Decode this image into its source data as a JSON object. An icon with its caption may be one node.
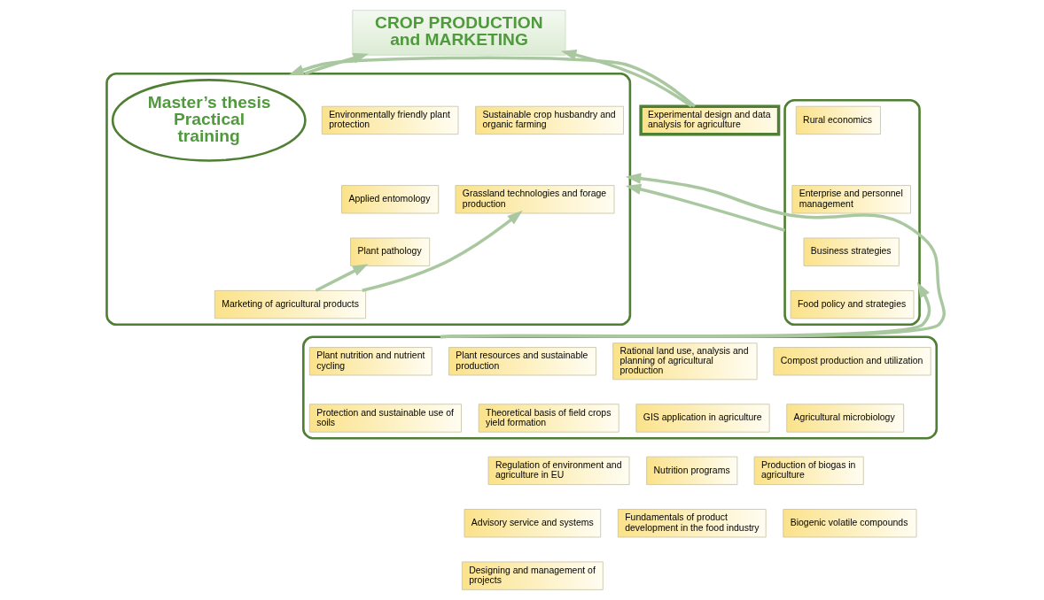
{
  "diagram": {
    "nodes": [
      {
        "text": [
          "CROP PRODUCTION and MARKETING"
        ]
      },
      {
        "text": [],
        "shape": "box"
      },
      {
        "text": [
          "Sustainable crop husbandry and organic farming"
        ],
        "in": 1
      },
      {
        "text": [
          "Grassland technologies and forage production"
        ],
        "in": 1
      },
      {
        "text": [
          "Master’s thesis Practical training"
        ],
        "in": 1
      },
      {
        "text": [
          "Environmentally friendly plant protection"
        ],
        "in": 1
      },
      {
        "text": [
          "Applied entomology"
        ],
        "in": 1
      },
      {
        "text": [
          "Plant pathology"
        ],
        "in": 1
      },
      {
        "text": [
          "Marketing of agricultural products"
        ],
        "in": 1
      },
      {
        "text": [
          "Experimental design and data analysis for agriculture"
        ]
      },
      {
        "text": [],
        "shape": "box"
      },
      {
        "text": [
          "Rural economics"
        ],
        "in": 10
      },
      {
        "text": [
          "Enterprise and personnel management"
        ],
        "in": 10
      },
      {
        "text": [
          "Business strategies"
        ],
        "in": 10
      },
      {
        "text": [
          "Food policy and strategies"
        ],
        "in": 10
      },
      {
        "text": [],
        "shape": "box"
      },
      {
        "text": [
          "Plant resources and sustainable production"
        ],
        "in": 15
      },
      {
        "text": [
          "Plant nutrition and nutrient cycling"
        ],
        "in": 15
      },
      {
        "text": [
          "Rational land use, analysis and planning of agricultural production"
        ],
        "in": 15
      },
      {
        "text": [
          "Compost production and utilization"
        ],
        "in": 15
      },
      {
        "text": [
          "Theoretical basis of field crops yield formation"
        ],
        "in": 15
      },
      {
        "text": [
          "Protection and sustainable use of soils"
        ],
        "in": 15
      },
      {
        "text": [
          "GIS application in agriculture"
        ],
        "in": 15
      },
      {
        "text": [
          "Agricultural microbiology"
        ],
        "in": 15
      },
      {
        "text": [
          "Regulation of environment and agriculture in EU"
        ]
      },
      {
        "text": [
          "Advisory service and systems"
        ]
      },
      {
        "text": [
          "Designing and management of projects"
        ]
      },
      {
        "text": [
          "Nutrition programs"
        ]
      },
      {
        "text": [
          "Fundamentals of product development in the food industry"
        ]
      },
      {
        "text": [
          "Production of biogas in agriculture"
        ]
      },
      {
        "text": [
          "Biogenic volatile compounds"
        ]
      }
    ],
    "edges": [
      {
        "from": 9,
        "to": 0,
        "arrow": "to"
      },
      {
        "from": 9,
        "to": 1,
        "arrow": "to"
      },
      {
        "from": 1,
        "to": 0,
        "arrow": "to"
      },
      {
        "from": 8,
        "to": 3,
        "arrow": "to"
      },
      {
        "from": 8,
        "to": 7,
        "arrow": "to"
      },
      {
        "from": 10,
        "to": 1,
        "arrow": "to"
      },
      {
        "from": 15,
        "to": 1,
        "arrow": "to"
      },
      {
        "from": 15,
        "to": 10,
        "arrow": "to"
      }
    ]
  }
}
